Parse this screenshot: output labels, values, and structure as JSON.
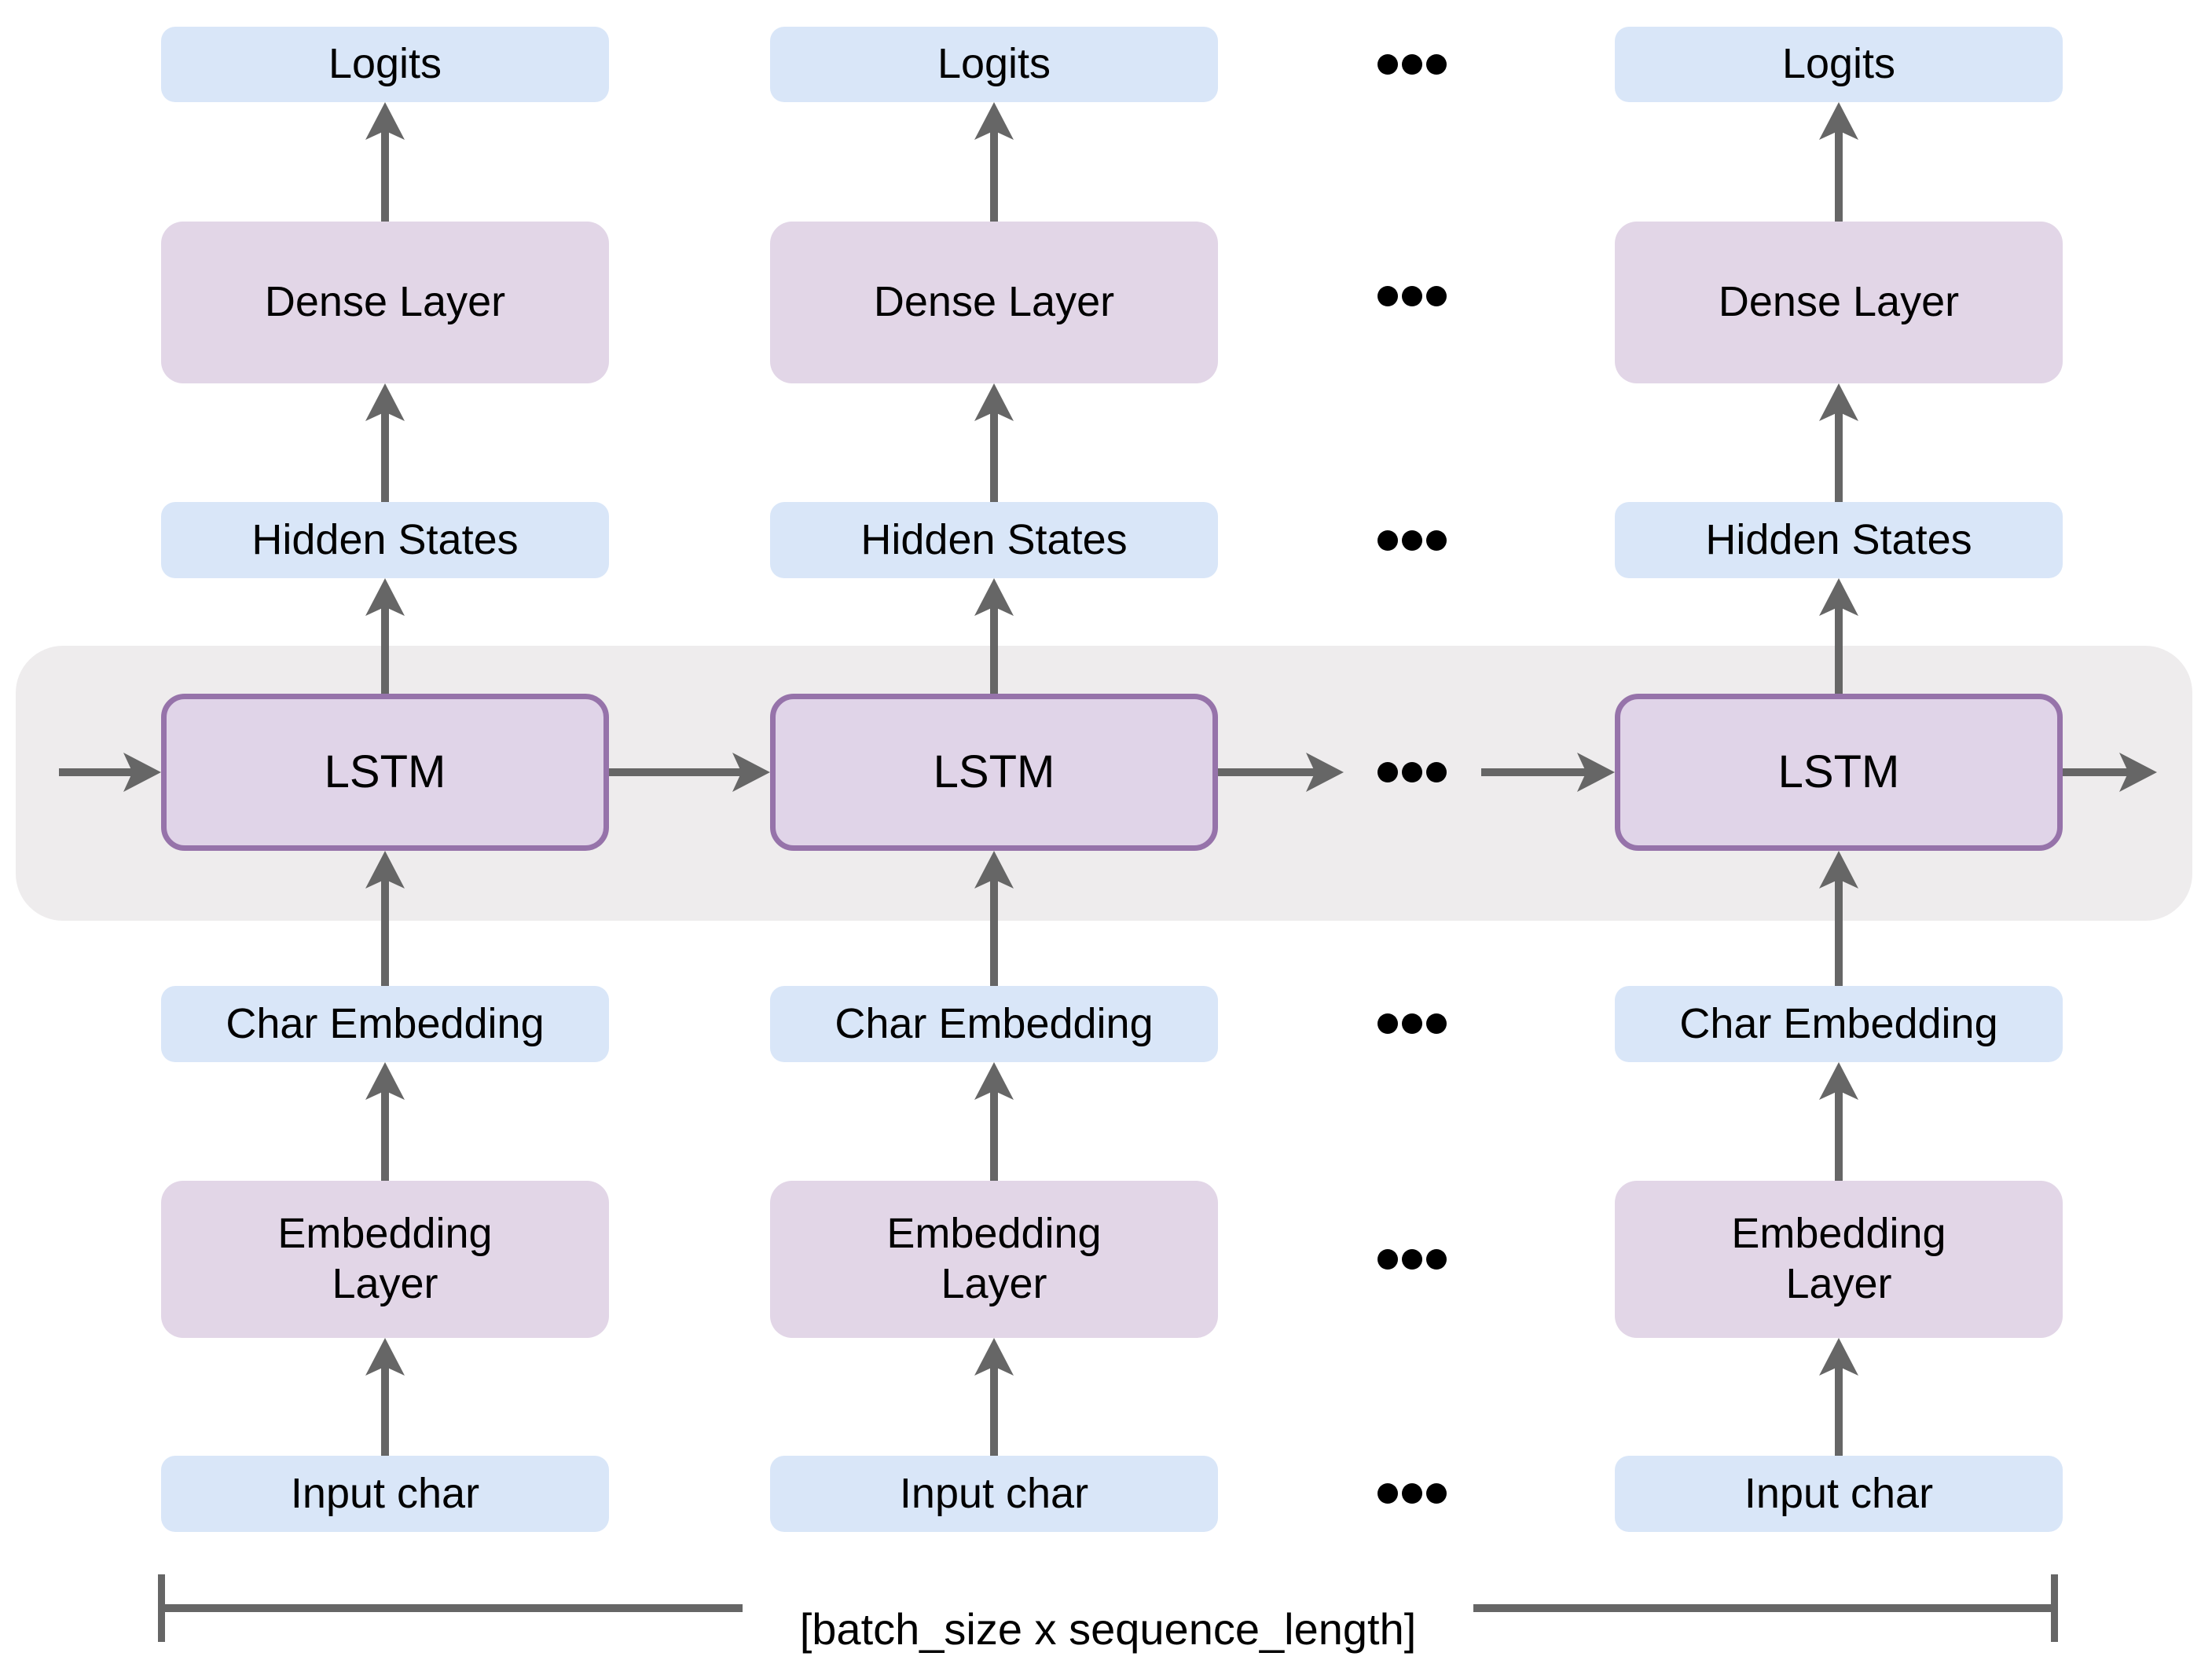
{
  "diagram": {
    "description": "Character-level LSTM language model, unrolled over time steps",
    "timesteps": 3,
    "labels": {
      "logits": "Logits",
      "dense_layer": "Dense Layer",
      "hidden_states": "Hidden States",
      "lstm": "LSTM",
      "char_embedding": "Char Embedding",
      "embedding_layer": "Embedding\nLayer",
      "input_char": "Input char"
    },
    "ellipsis": "•••",
    "bracket_label": "[batch_size x sequence_length]",
    "colors": {
      "box_blue": "#d9e6f8",
      "box_purple": "#e2d6e7",
      "lstm_fill": "#e0d4e8",
      "lstm_border": "#9673aa",
      "band": "#eeeced",
      "arrow": "#666666",
      "text": "#000000"
    }
  }
}
